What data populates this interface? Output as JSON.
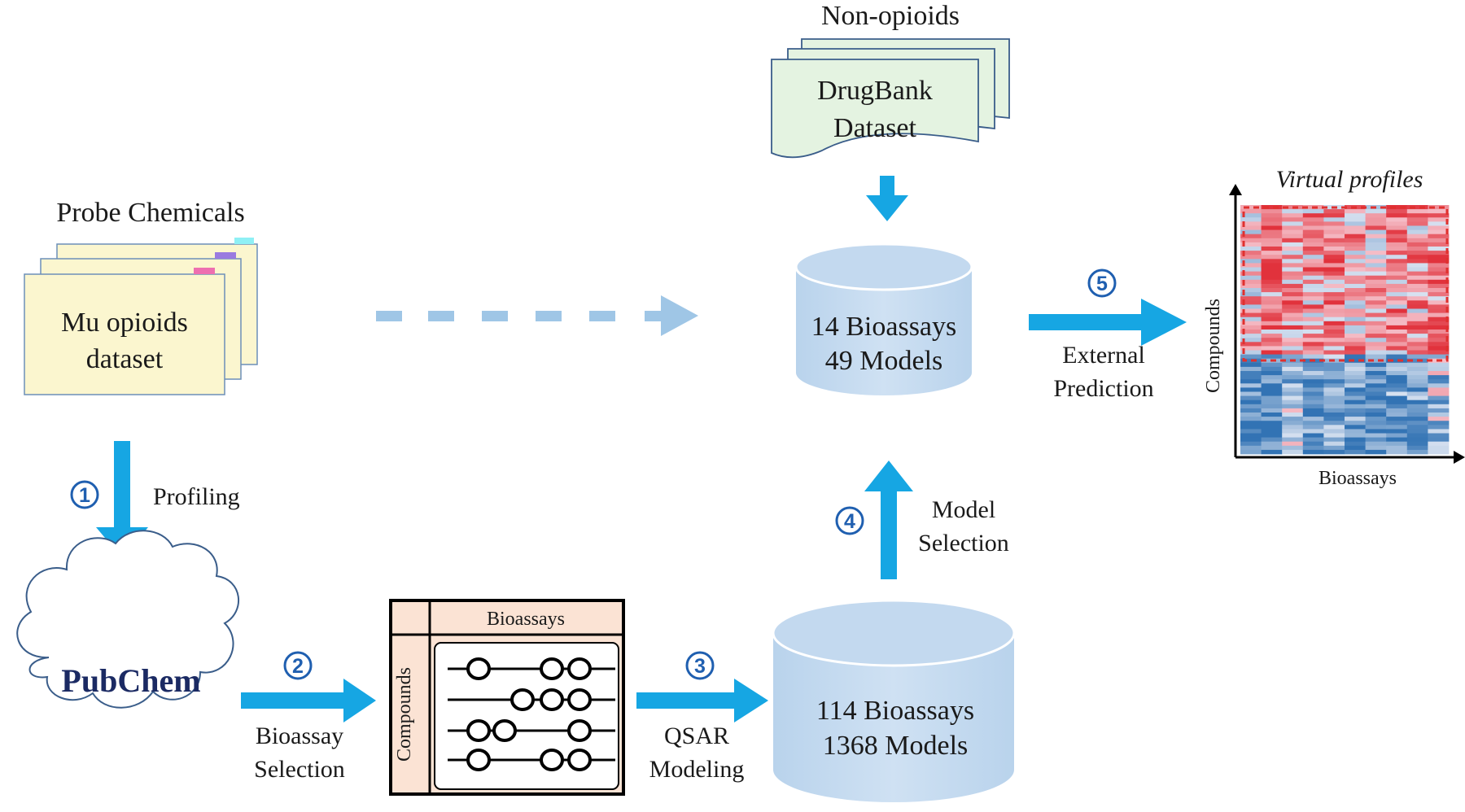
{
  "probe": {
    "title": "Probe Chemicals",
    "line1": "Mu opioids",
    "line2": "dataset"
  },
  "nonopioids": {
    "title": "Non-opioids",
    "line1": "DrugBank",
    "line2": "Dataset"
  },
  "small_db": {
    "line1": "14 Bioassays",
    "line2": "49 Models"
  },
  "big_db": {
    "line1": "114 Bioassays",
    "line2": "1368 Models"
  },
  "pubchem": {
    "label": "PubChem"
  },
  "matrix": {
    "col_label": "Bioassays",
    "row_label": "Compounds"
  },
  "steps": [
    {
      "num": "1",
      "label1": "Profiling",
      "label2": ""
    },
    {
      "num": "2",
      "label1": "Bioassay",
      "label2": "Selection"
    },
    {
      "num": "3",
      "label1": "QSAR",
      "label2": "Modeling"
    },
    {
      "num": "4",
      "label1": "Model",
      "label2": "Selection"
    },
    {
      "num": "5",
      "label1": "External",
      "label2": "Prediction"
    }
  ],
  "profiles": {
    "title": "Virtual profiles",
    "ylabel": "Compounds",
    "xlabel": "Bioassays"
  },
  "colors": {
    "arrow": "#16a6e3",
    "dashed_arrow": "#9fc6e6",
    "cylinder": "#c3d9ef",
    "note": "#fbf6cf",
    "doc": "#e4f3e1",
    "matrix_fill": "#fbe3d4",
    "circle": "#1f5fb0",
    "highlight": "#e0302e"
  }
}
